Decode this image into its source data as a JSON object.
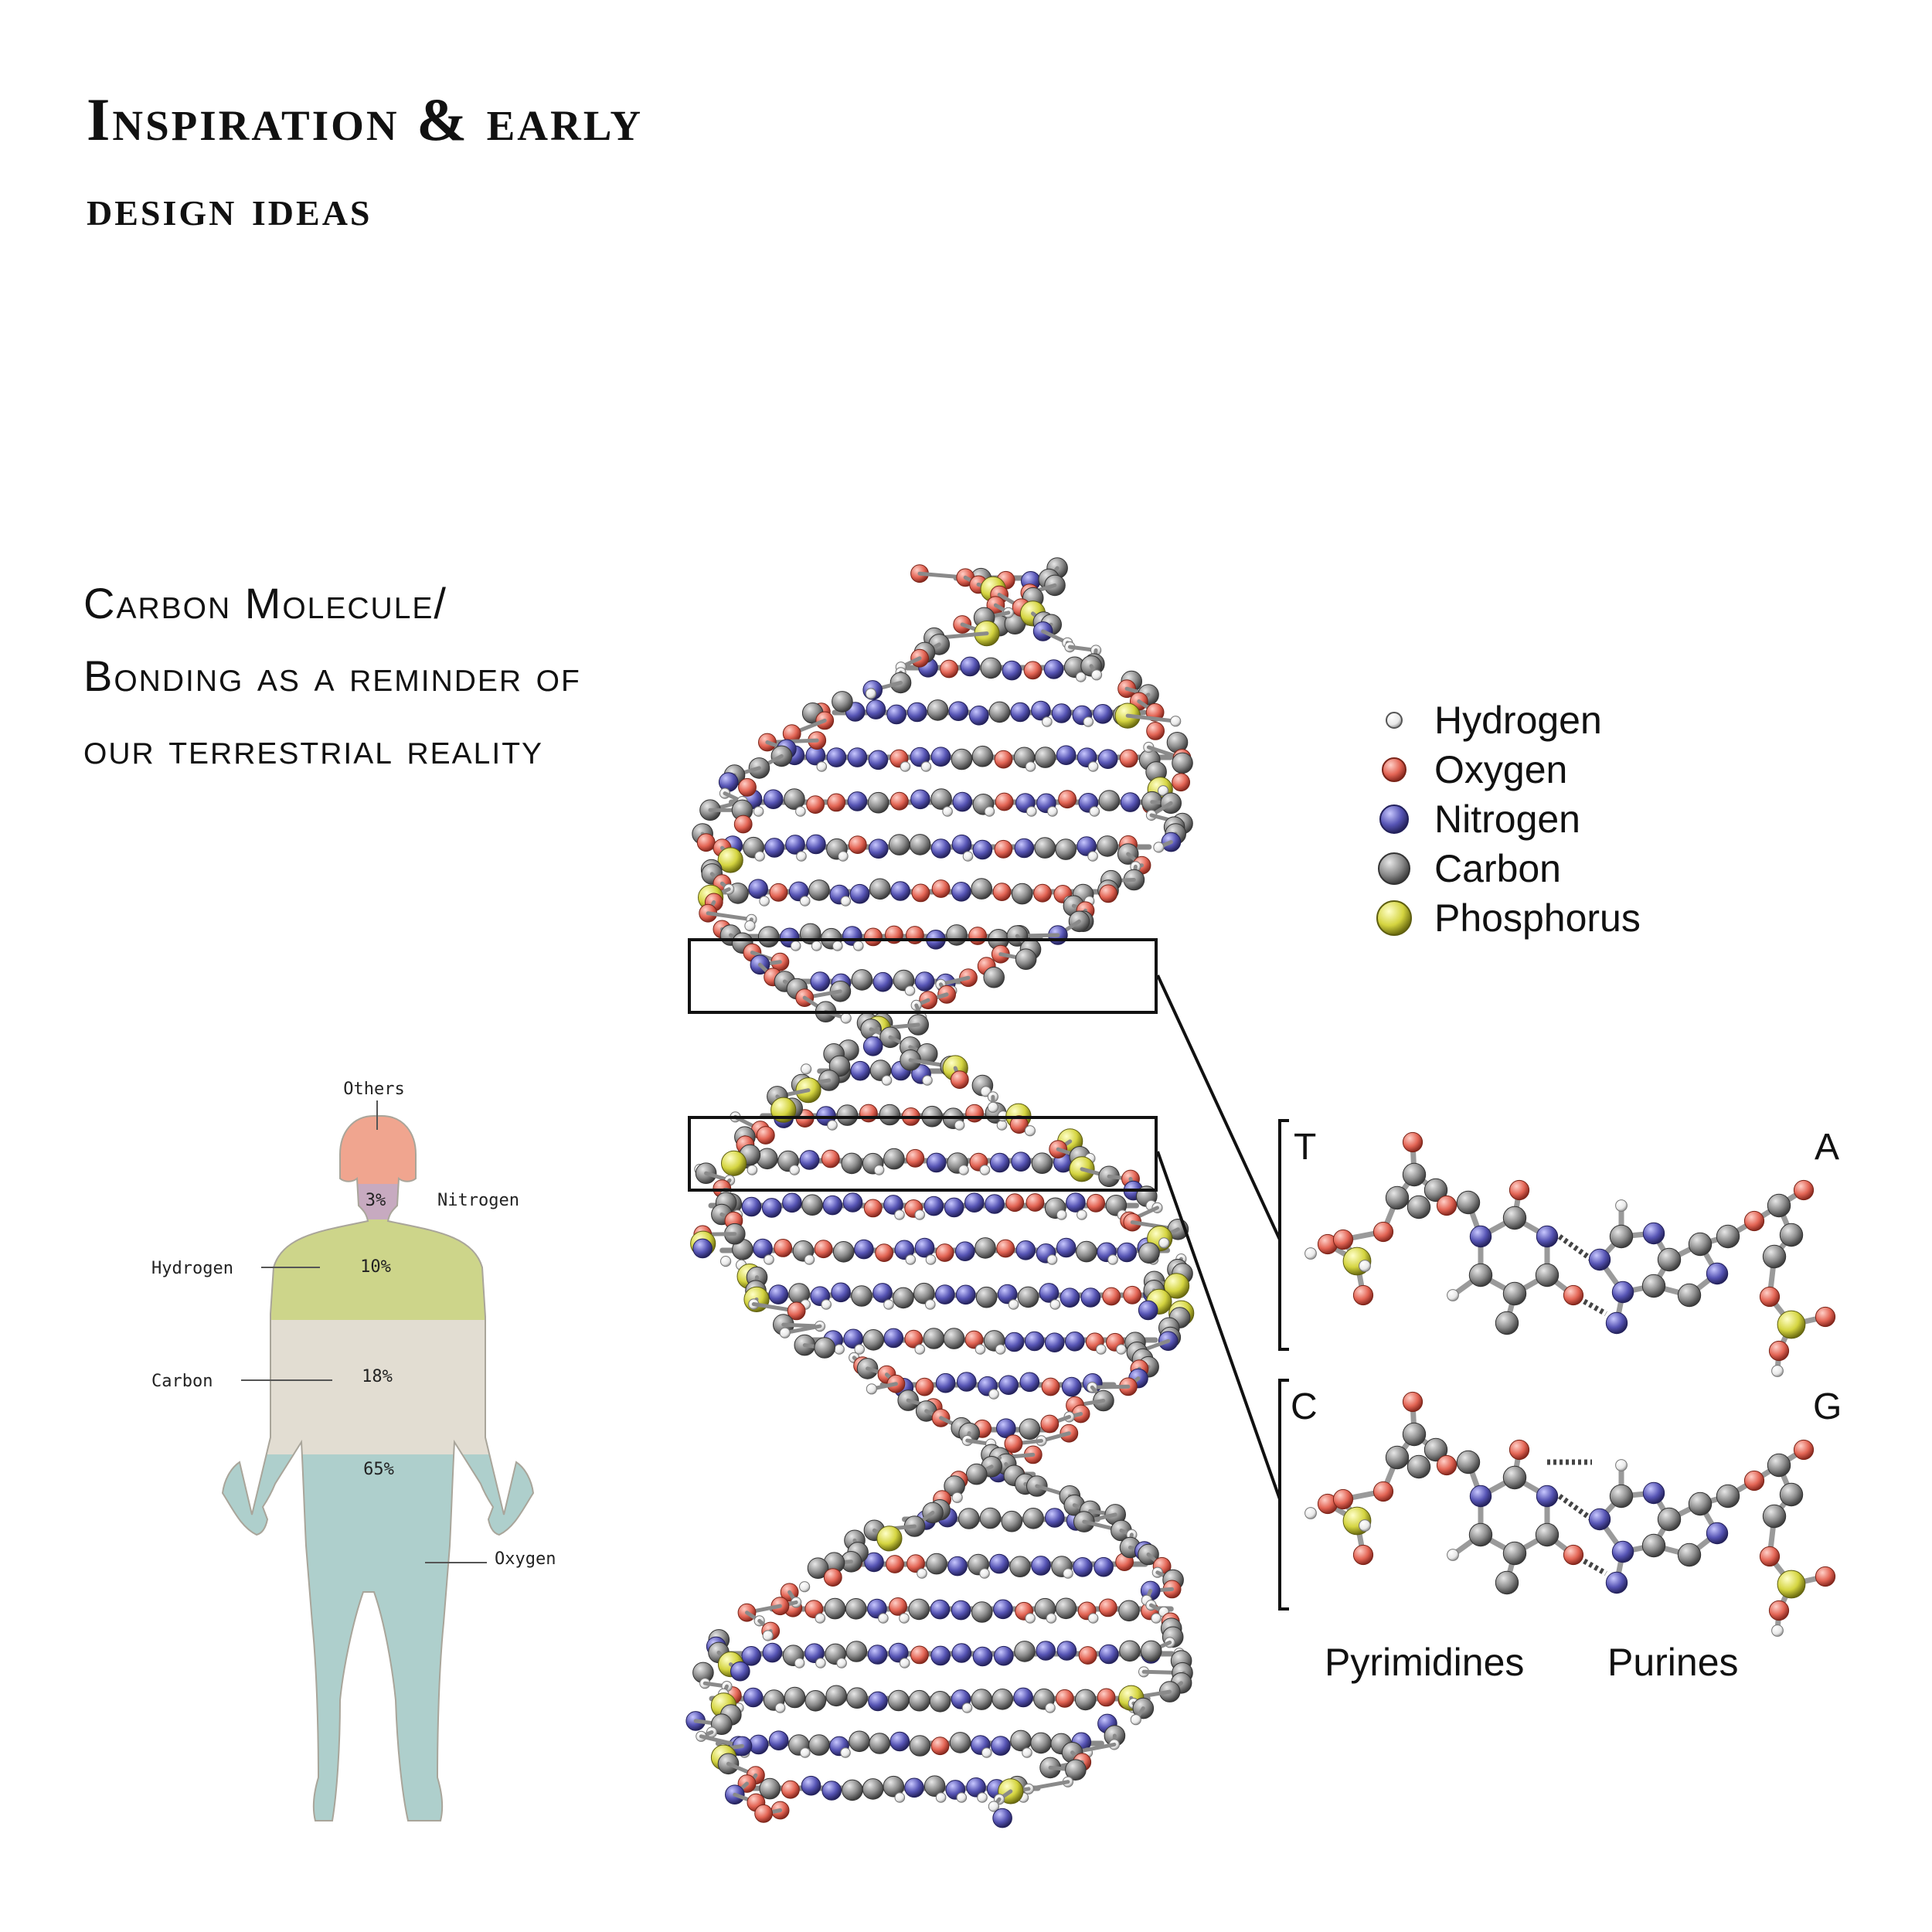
{
  "title": {
    "line1": "Inspiration & early",
    "line2": "design ideas"
  },
  "subtitle": {
    "line1": "Carbon Molecule/",
    "line2": "Bonding as a reminder of",
    "line3": "our terrestrial reality"
  },
  "body_chart": {
    "label_others": "Others",
    "label_nitrogen": "Nitrogen",
    "label_hydrogen": "Hydrogen",
    "label_carbon": "Carbon",
    "label_oxygen": "Oxygen",
    "pct_nitrogen": "3%",
    "pct_hydrogen": "10%",
    "pct_carbon": "18%",
    "pct_oxygen": "65%",
    "colors": {
      "others": "#f0a58f",
      "nitrogen": "#c7aac0",
      "hydrogen": "#cdd58a",
      "carbon": "#e2ddd2",
      "oxygen": "#aecfcc"
    }
  },
  "legend": {
    "hydrogen": "Hydrogen",
    "oxygen": "Oxygen",
    "nitrogen": "Nitrogen",
    "carbon": "Carbon",
    "phosphorus": "Phosphorus",
    "colors": {
      "hydrogen": "#f4f4f4",
      "oxygen": "#e66a5c",
      "nitrogen": "#5a58b8",
      "carbon": "#8f8f8f",
      "phosphorus": "#d8d84a"
    }
  },
  "base_pairs": {
    "pair1_left": "T",
    "pair1_right": "A",
    "pair2_left": "C",
    "pair2_right": "G",
    "label_pyrimidines": "Pyrimidines",
    "label_purines": "Purines"
  }
}
